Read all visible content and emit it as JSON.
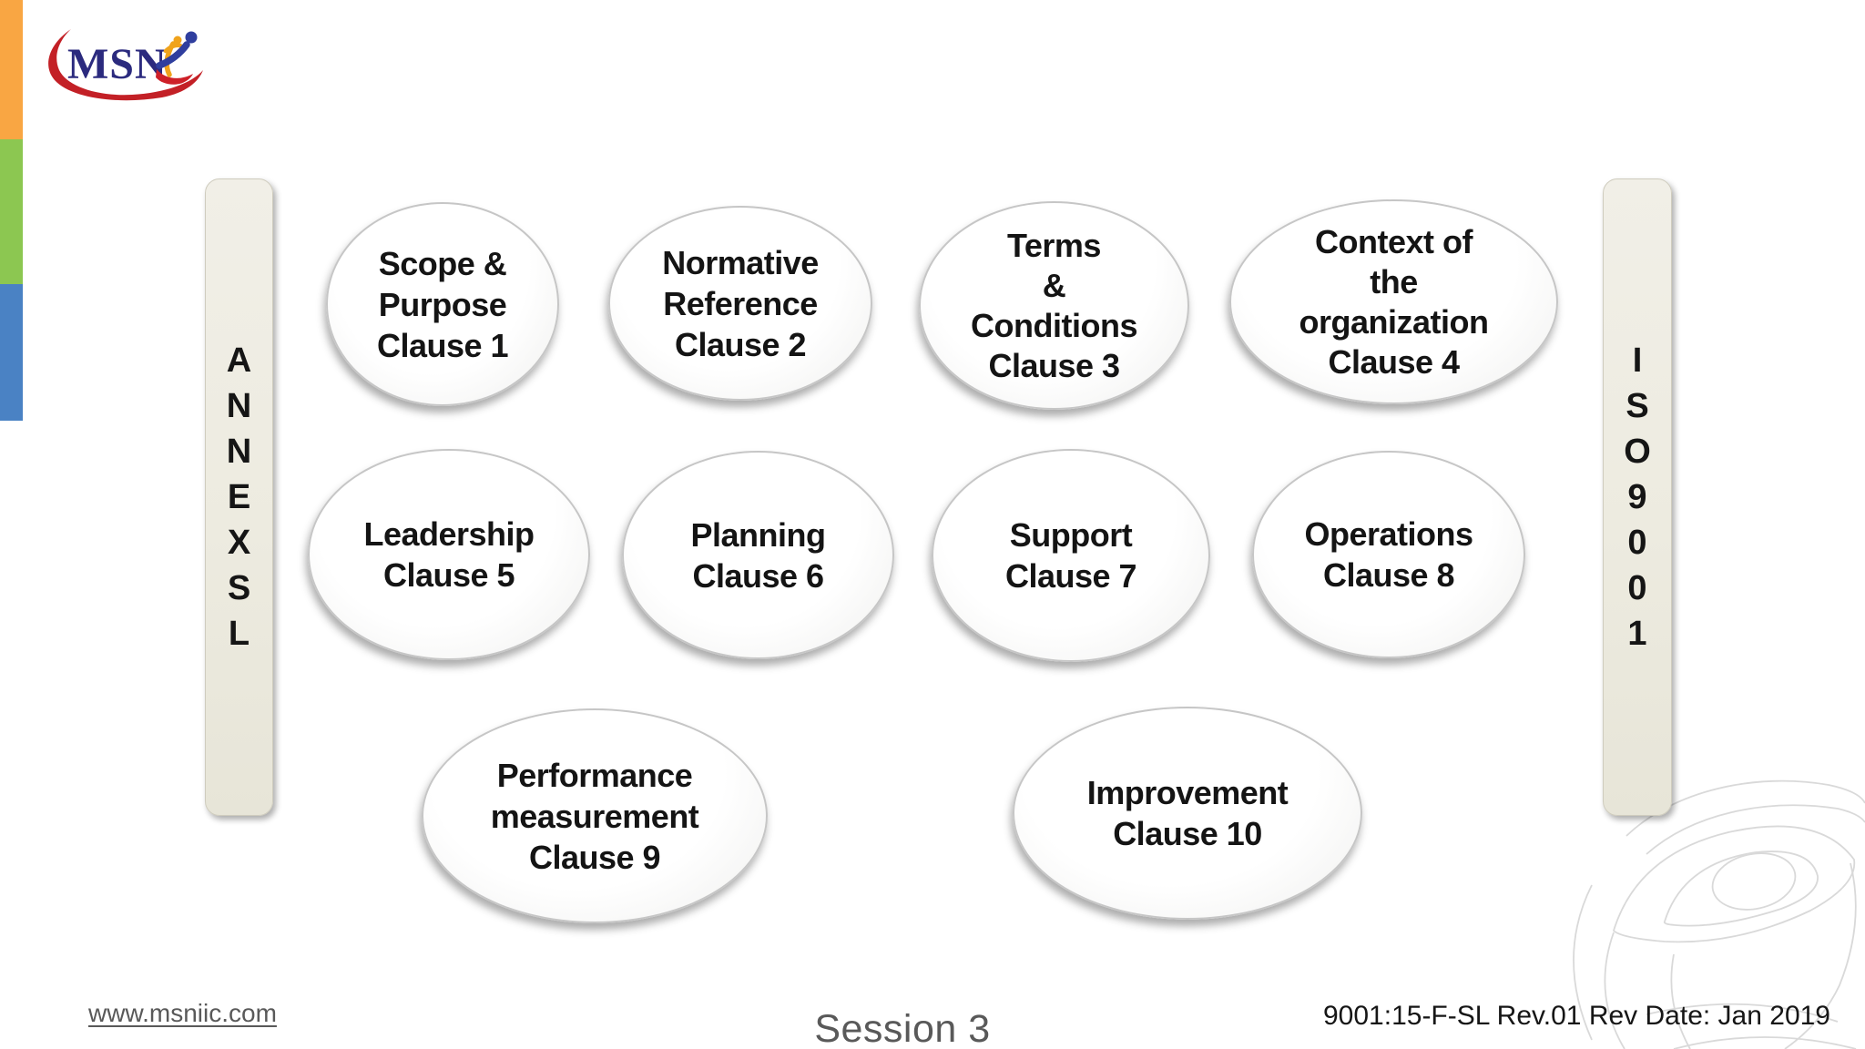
{
  "slide": {
    "background": "#ffffff",
    "accent_colors": {
      "stripe_orange": "#F9A643",
      "stripe_green": "#8CC751",
      "stripe_blue": "#4A82C4",
      "bar_fill": "#EDEBE0",
      "ellipse_border": "#C6C6C6",
      "logo_navy": "#2B2A7E",
      "logo_red": "#C32026",
      "logo_gold": "#F0A31C",
      "footer_gray": "#595959"
    }
  },
  "logo": {
    "text": "MSN"
  },
  "side_bars": {
    "left": {
      "label": "ANNEX SL",
      "text": "A\nN\nN\nE\nX\nS\nL"
    },
    "right": {
      "label": "ISO 9001",
      "text": "I\nS\nO\n9\n0\n0\n1"
    }
  },
  "clauses": [
    {
      "title": "Scope & Purpose",
      "clause": "Clause 1",
      "text": "Scope &\nPurpose\nClause 1"
    },
    {
      "title": "Normative Reference",
      "clause": "Clause 2",
      "text": "Normative\nReference\nClause 2"
    },
    {
      "title": "Terms & Conditions",
      "clause": "Clause 3",
      "text": "Terms\n&\nConditions\nClause 3"
    },
    {
      "title": "Context of the organization",
      "clause": "Clause 4",
      "text": "Context of\nthe\norganization\nClause 4"
    },
    {
      "title": "Leadership",
      "clause": "Clause 5",
      "text": "Leadership\nClause 5"
    },
    {
      "title": "Planning",
      "clause": "Clause 6",
      "text": "Planning\nClause 6"
    },
    {
      "title": "Support",
      "clause": "Clause 7",
      "text": "Support\nClause 7"
    },
    {
      "title": "Operations",
      "clause": "Clause 8",
      "text": "Operations\nClause 8"
    },
    {
      "title": "Performance measurement",
      "clause": "Clause 9",
      "text": "Performance\nmeasurement\nClause 9"
    },
    {
      "title": "Improvement",
      "clause": "Clause 10",
      "text": "Improvement\nClause 10"
    }
  ],
  "footer": {
    "website": "www.msniic.com",
    "session": "Session 3",
    "revision": "9001:15-F-SL Rev.01 Rev Date: Jan 2019"
  }
}
